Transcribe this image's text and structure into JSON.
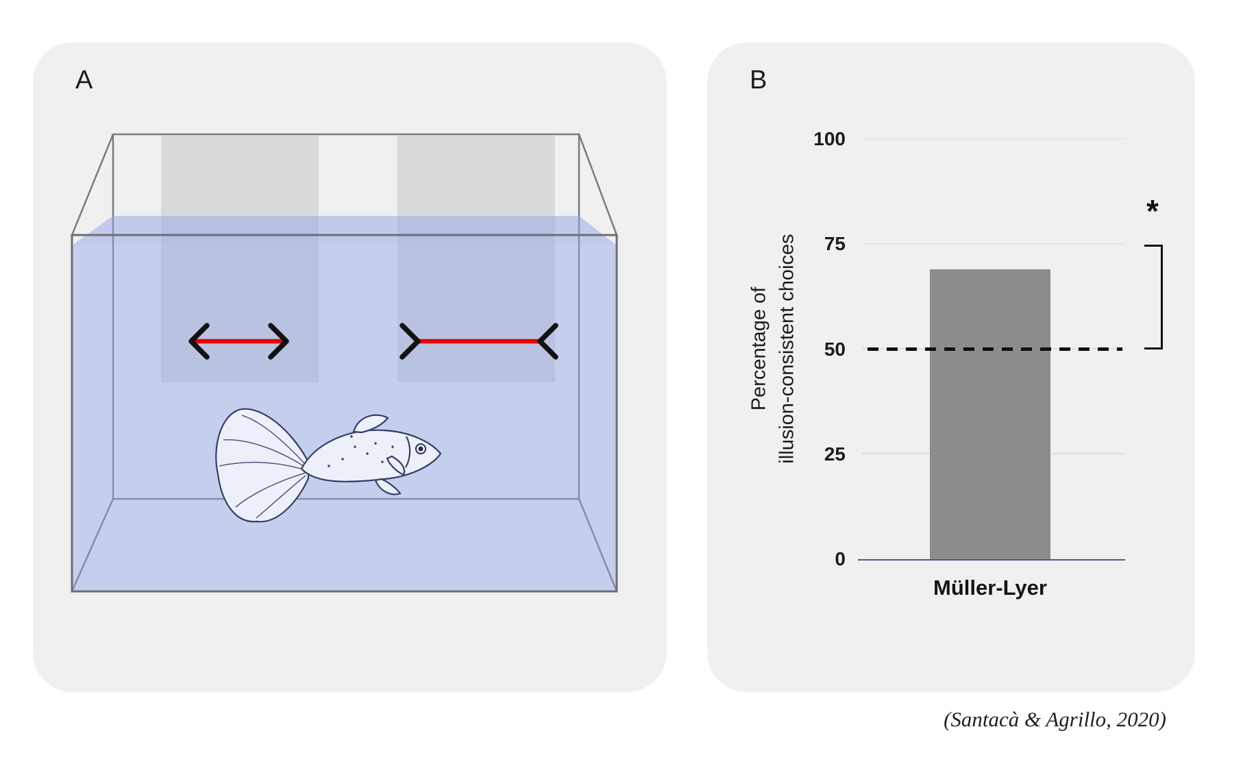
{
  "figure": {
    "panel_a": {
      "label": "A",
      "illustration": "guppy-fish-in-aquarium",
      "stimuli": {
        "left": "muller-lyer-arrowheads-outward",
        "right": "muller-lyer-arrowheads-inward"
      }
    },
    "panel_b": {
      "label": "B"
    },
    "citation": "(Santacà & Agrillo, 2020)"
  },
  "colors": {
    "panel_bg": "#f0f0f1",
    "stimulus_line_red": "#e8000b",
    "arrowhead_black": "#121212",
    "water_blue": "#93a3e8",
    "card_gray": "#d8d8da",
    "tank_stroke": "#6d6d73",
    "bar_gray": "#8c8c8c"
  },
  "chart_data": {
    "type": "bar",
    "categories": [
      "Müller-Lyer"
    ],
    "values": [
      69
    ],
    "title": "",
    "ylabel_line1": "Percentage of",
    "ylabel_line2": "illusion-consistent choices",
    "xlabel": "",
    "ylim": [
      0,
      100
    ],
    "yticks": [
      0,
      25,
      50,
      75,
      100
    ],
    "chance_line": 50,
    "significance_marker": "*",
    "grid": true,
    "bar_color": "#8c8c8c"
  }
}
